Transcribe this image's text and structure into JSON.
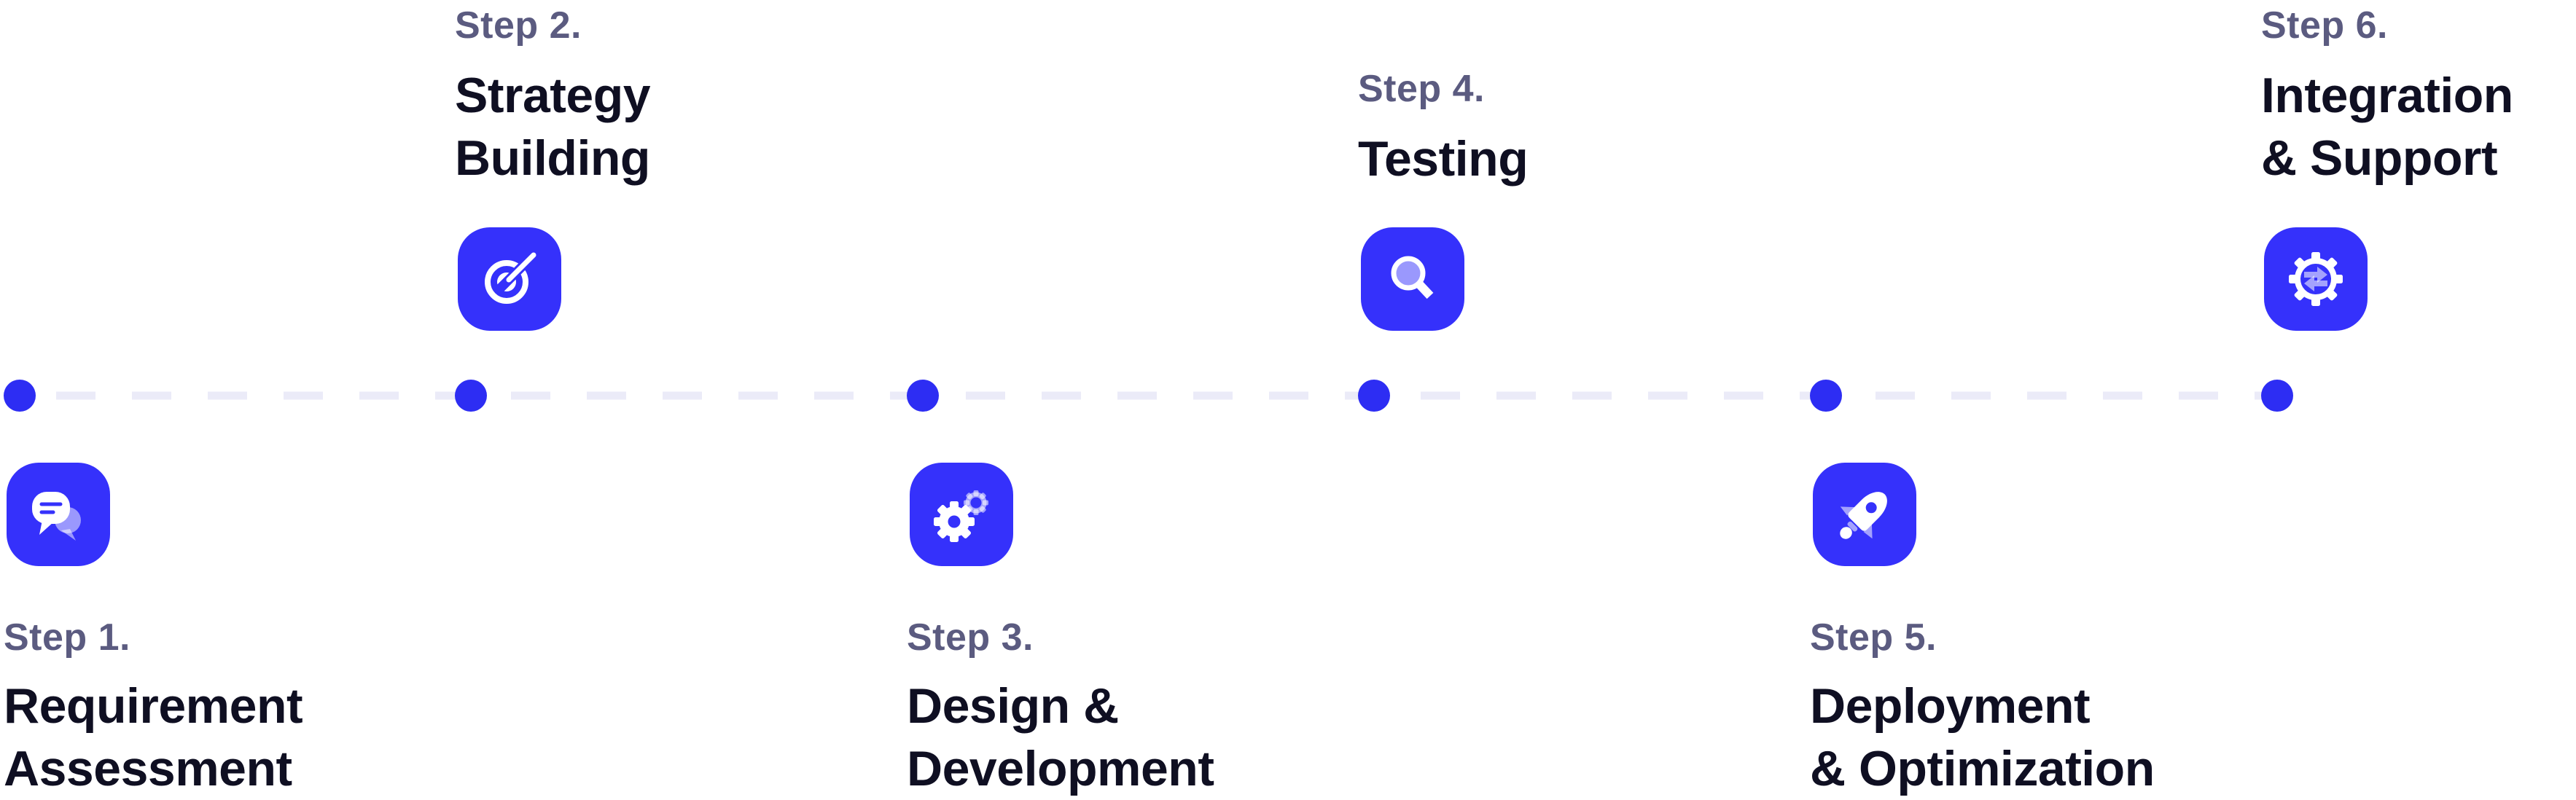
{
  "diagram": {
    "type": "process-timeline",
    "orientation": "horizontal",
    "step_count": 6
  },
  "colors": {
    "background": "#ffffff",
    "tile_blue": "#3531fb",
    "dot_blue": "#2d2df3",
    "dash_lavender": "#ebebf8",
    "title_navy": "#0f0f22",
    "label_gray_purple": "#5b5b80",
    "icon_white": "#ffffff",
    "icon_light_accent": "#9a97fd"
  },
  "timeline": {
    "dot_count": 6,
    "style": "dashed line with solid dots at each step"
  },
  "steps": [
    {
      "label": "Step 1.",
      "title_lines": [
        "Requirement",
        "Assessment"
      ],
      "icon": "chat-bubbles-icon",
      "side": "below"
    },
    {
      "label": "Step 2.",
      "title_lines": [
        "Strategy",
        "Building"
      ],
      "icon": "target-dart-icon",
      "side": "above"
    },
    {
      "label": "Step 3.",
      "title_lines": [
        "Design &",
        "Development"
      ],
      "icon": "gears-icon",
      "side": "below"
    },
    {
      "label": "Step 4.",
      "title_lines": [
        "Testing"
      ],
      "icon": "magnifier-icon",
      "side": "above"
    },
    {
      "label": "Step 5.",
      "title_lines": [
        "Deployment",
        "& Optimization"
      ],
      "icon": "rocket-icon",
      "side": "below"
    },
    {
      "label": "Step 6.",
      "title_lines": [
        "Integration",
        "& Support"
      ],
      "icon": "sync-gear-icon",
      "side": "above"
    }
  ]
}
